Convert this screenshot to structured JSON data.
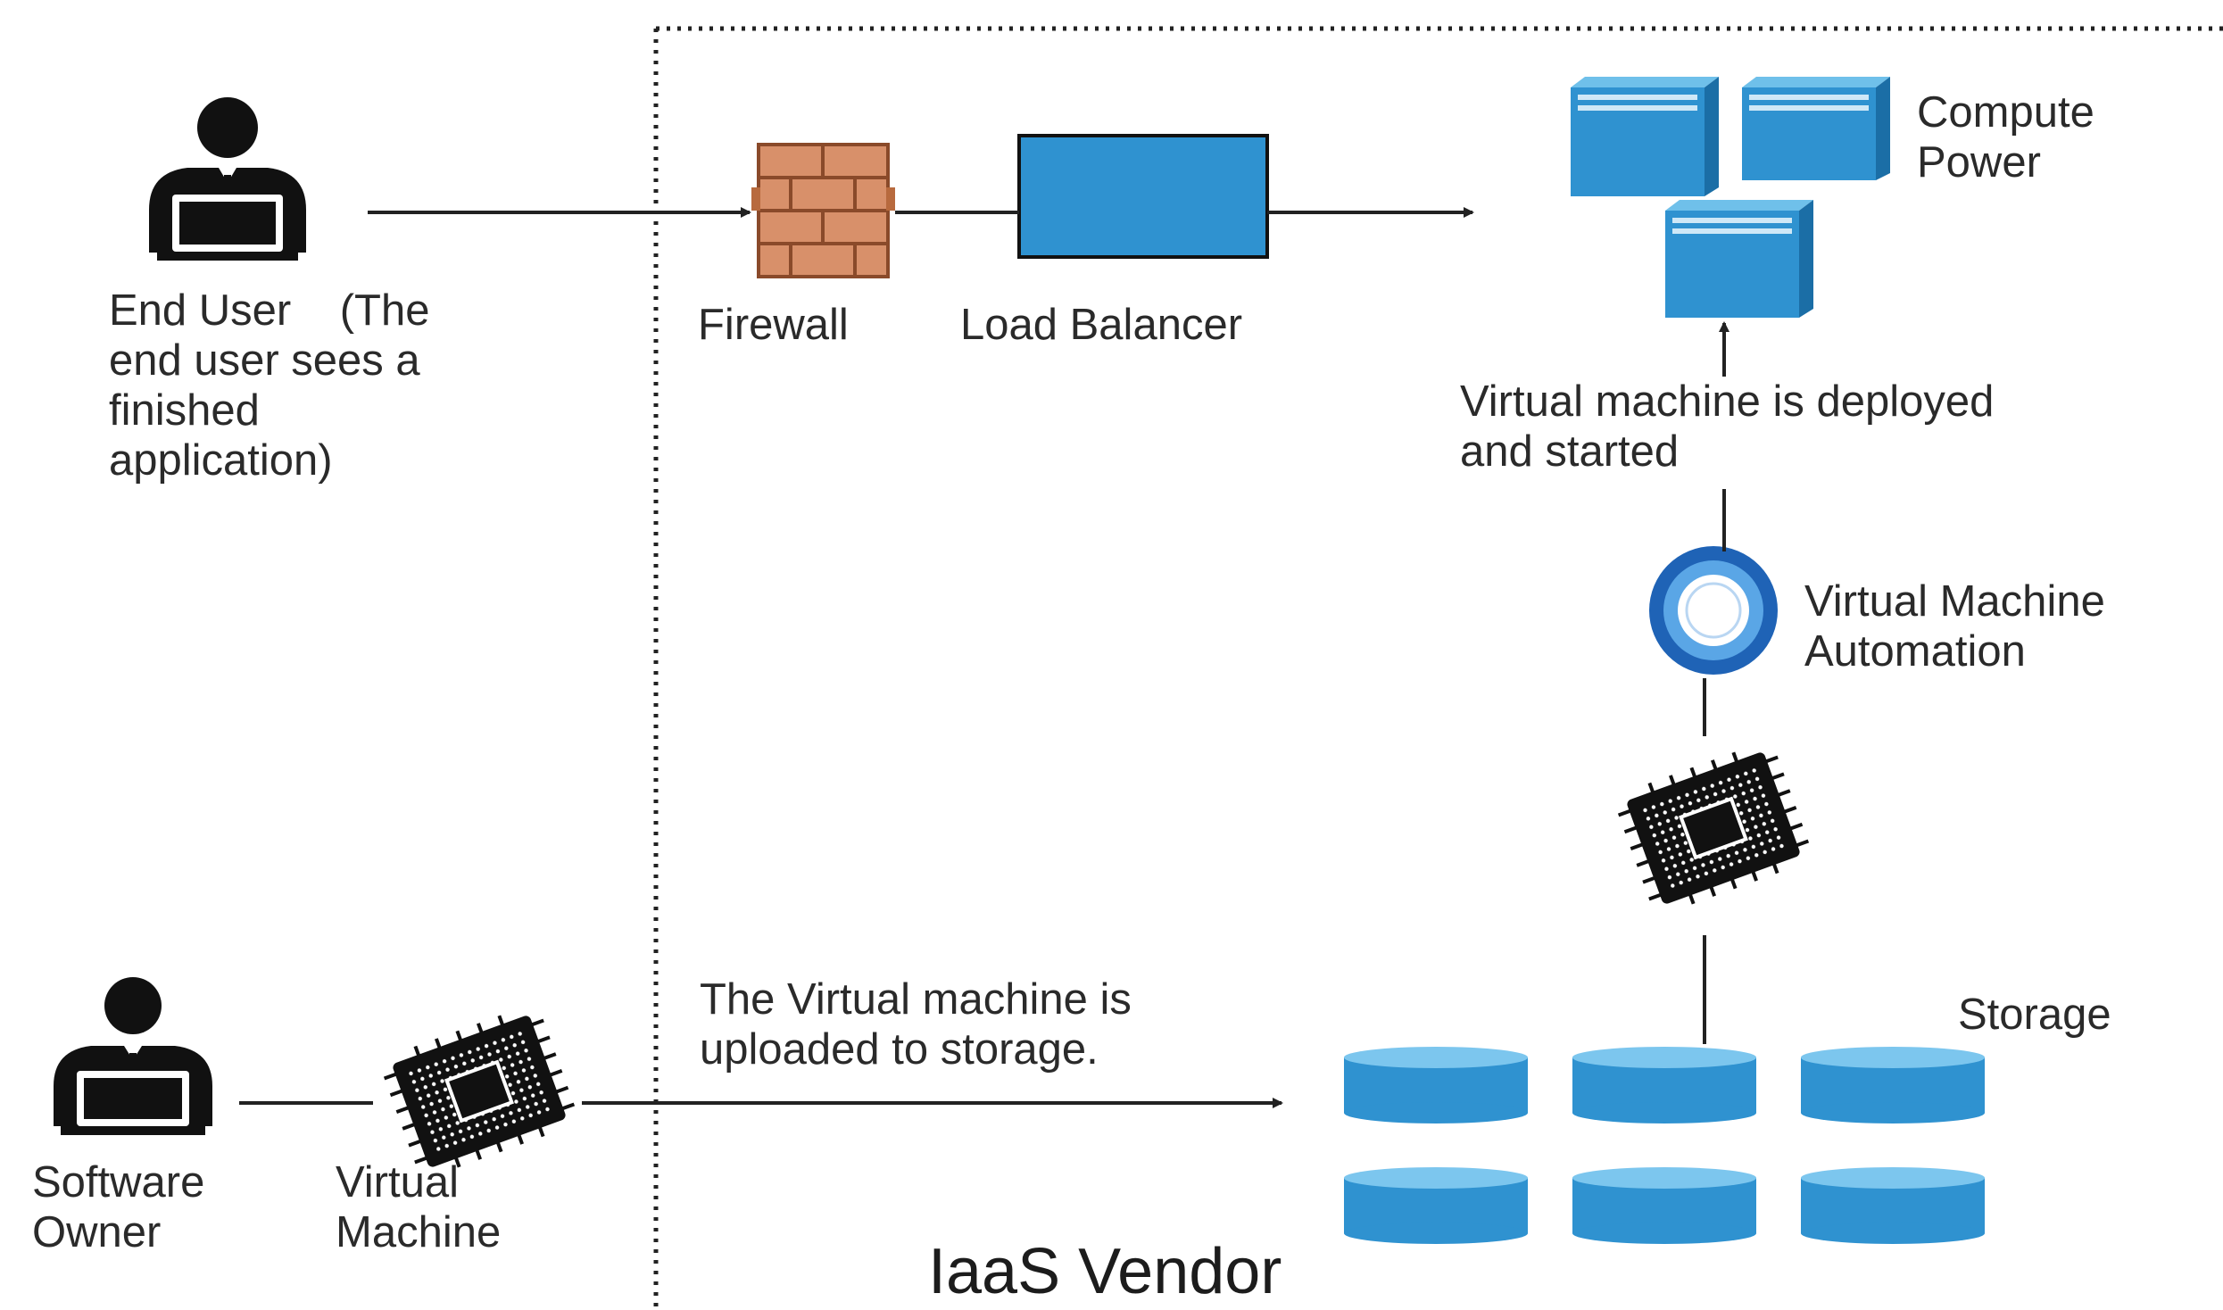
{
  "actors": {
    "end_user": {
      "label_line1": "End User    (The",
      "label_line2": "end user sees a",
      "label_line3": "finished",
      "label_line4": "application)"
    },
    "software_owner": {
      "label_line1": "Software",
      "label_line2": "Owner"
    }
  },
  "nodes": {
    "virtual_machine": {
      "line1": "Virtual",
      "line2": "Machine"
    },
    "firewall": "Firewall",
    "load_balancer": "Load Balancer",
    "compute": {
      "line1": "Compute",
      "line2": "Power"
    },
    "vm_automation": {
      "line1": "Virtual Machine",
      "line2": "Automation"
    },
    "storage": "Storage"
  },
  "annotations": {
    "deployed_line1": "Virtual machine is deployed",
    "deployed_line2": "and started",
    "uploaded_line1": "The Virtual machine is",
    "uploaded_line2": "uploaded to storage."
  },
  "boundary_label": "IaaS Vendor",
  "colors": {
    "icon_blue": "#2f92d0",
    "icon_blue_light": "#5fb4e4",
    "firewall_brick": "#c87a4e",
    "line": "#222222"
  }
}
